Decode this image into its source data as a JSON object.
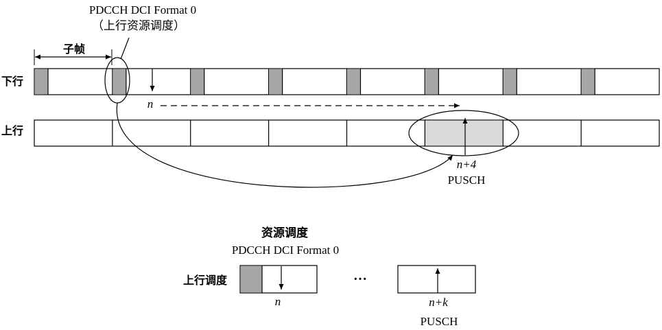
{
  "top": {
    "title_line1": "PDCCH DCI Format 0",
    "title_line2": "（上行资源调度）",
    "subframe_label": "子帧",
    "downlink_label": "下行",
    "uplink_label": "上行",
    "n_label": "n",
    "n4_label": "n+4",
    "pusch_label": "PUSCH"
  },
  "legend": {
    "title_line1": "资源调度",
    "title_line2": "PDCCH DCI Format 0",
    "row_label": "上行调度",
    "dots": "···",
    "n_label": "n",
    "nk_label": "n+k",
    "pusch_label": "PUSCH"
  },
  "colors": {
    "line": "#000000",
    "control_fill": "#a6a6a6",
    "pusch_fill": "#d9d9d9",
    "background": "#ffffff"
  }
}
